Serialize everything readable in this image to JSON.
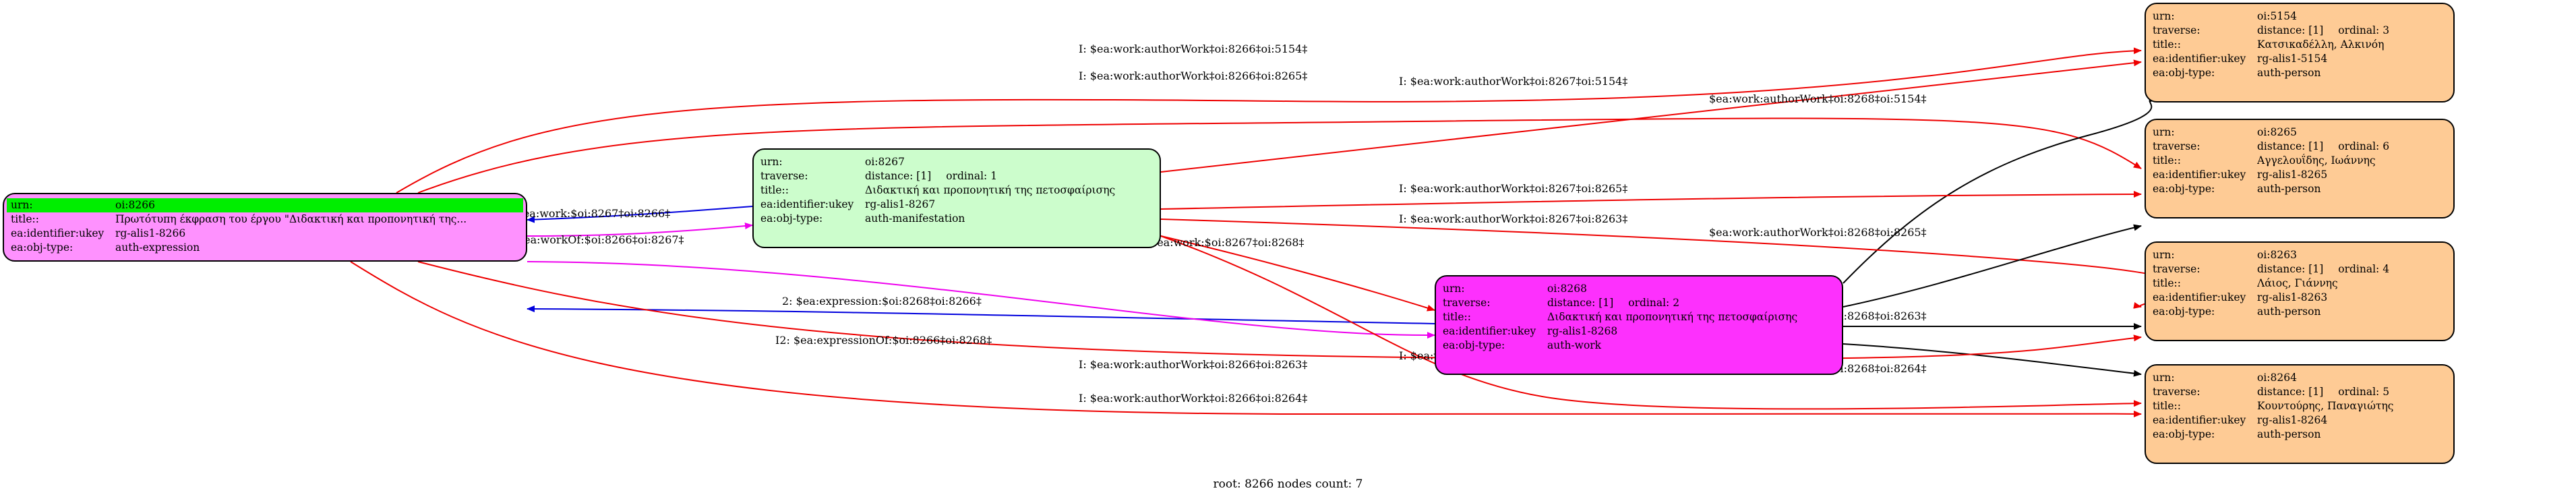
{
  "keys": {
    "urn": "urn:",
    "traverse": "traverse:",
    "title": "title::",
    "ukey": "ea:identifier:ukey",
    "objtype": "ea:obj-type:"
  },
  "nodes": {
    "root": {
      "urn": "oi:8266",
      "title": "Πρωτότυπη έκφραση του έργου \"Διδακτική και προπονητική της...",
      "ukey": "rg-alis1-8266",
      "objtype": "auth-expression",
      "color": "#fe91fe",
      "highlight": "#00ee00"
    },
    "n8267": {
      "urn": "oi:8267",
      "distance": "distance: [1]",
      "ordinal": "ordinal: 1",
      "title": "Διδακτική και προπονητική της πετοσφαίρισης",
      "ukey": "rg-alis1-8267",
      "objtype": "auth-manifestation",
      "color": "#ccfdcc"
    },
    "n8268": {
      "urn": "oi:8268",
      "distance": "distance: [1]",
      "ordinal": "ordinal: 2",
      "title": "Διδακτική και προπονητική της πετοσφαίρισης",
      "ukey": "rg-alis1-8268",
      "objtype": "auth-work",
      "color": "#fd30fd"
    },
    "n5154": {
      "urn": "oi:5154",
      "distance": "distance: [1]",
      "ordinal": "ordinal: 3",
      "title": "Κατσικαδέλλη, Αλκινόη",
      "ukey": "rg-alis1-5154",
      "objtype": "auth-person",
      "color": "#fecb95"
    },
    "n8265": {
      "urn": "oi:8265",
      "distance": "distance: [1]",
      "ordinal": "ordinal: 6",
      "title": "Αγγελουΐδης, Ιωάννης",
      "ukey": "rg-alis1-8265",
      "objtype": "auth-person",
      "color": "#fecb95"
    },
    "n8263": {
      "urn": "oi:8263",
      "distance": "distance: [1]",
      "ordinal": "ordinal: 4",
      "title": "Λάιος, Γιάννης",
      "ukey": "rg-alis1-8263",
      "objtype": "auth-person",
      "color": "#fecb95"
    },
    "n8264": {
      "urn": "oi:8264",
      "distance": "distance: [1]",
      "ordinal": "ordinal: 5",
      "title": "Κουντούρης, Παναγιώτης",
      "ukey": "rg-alis1-8264",
      "objtype": "auth-person",
      "color": "#fecb95"
    }
  },
  "edge_labels": [
    "I: $ea:work:authorWork‡oi:8266‡oi:5154‡",
    "I: $ea:work:authorWork‡oi:8266‡oi:8265‡",
    "I: $ea:work:authorWork‡oi:8267‡oi:5154‡",
    "$ea:work:authorWork‡oi:8268‡oi:5154‡",
    "2: $ea:work:$oi:8267‡oi:8266‡",
    "I2: $ea:workOf:$oi:8266‡oi:8267‡",
    "I: $ea:work:authorWork‡oi:8267‡oi:8265‡",
    "I: $ea:work:authorWork‡oi:8267‡oi:8263‡",
    "$ea:work:authorWork‡oi:8268‡oi:8265‡",
    "I: $inferred:ea:work:$oi:8267‡oi:8268‡",
    "2: $ea:expression:$oi:8268‡oi:8266‡",
    "$ea:work:authorWork‡oi:8268‡oi:8263‡",
    "I2: $ea:expressionOf:$oi:8266‡oi:8268‡",
    "$ea:work:authorWork‡oi:8268‡oi:8264‡",
    "I: $ea:work:authorWork‡oi:8266‡oi:8263‡",
    "I: $ea:work:authorWork‡oi:8267‡oi:8264‡",
    "I: $ea:work:authorWork‡oi:8266‡oi:8264‡"
  ],
  "colors": {
    "red": "#ee0000",
    "blue": "#0000dd",
    "magenta": "#ee00ee",
    "black": "#000000"
  },
  "footer": "root: 8266 nodes count: 7"
}
